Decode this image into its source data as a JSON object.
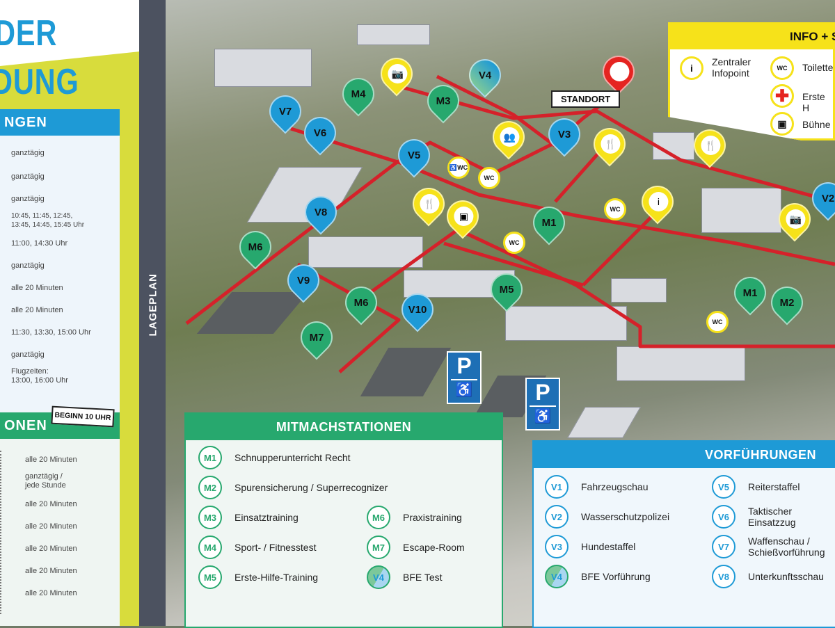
{
  "title": {
    "line1": "DER",
    "line2": "DUNG"
  },
  "lageplan": "LAGEPLAN",
  "vorfuehrungen_panel": {
    "header": "NGEN",
    "times": [
      "ganztägig",
      "ganztägig",
      "ganztägig",
      "10:45, 11:45, 12:45,\n13:45, 14:45, 15:45 Uhr",
      "11:00, 14:30 Uhr",
      "ganztägig",
      "alle 20 Minuten",
      "alle 20 Minuten",
      "11:30, 13:30, 15:00 Uhr",
      "ganztägig",
      "Flugzeiten:\n13:00, 16:00 Uhr"
    ]
  },
  "mitmach_panel": {
    "header": "ONEN",
    "badge": "BEGINN 10 UHR",
    "times": [
      "alle 20 Minuten",
      "ganztägig /\njede Stunde",
      "alle 20 Minuten",
      "alle 20 Minuten",
      "alle 20 Minuten",
      "alle 20 Minuten",
      "alle 20 Minuten"
    ]
  },
  "map": {
    "standort": "STANDORT",
    "pins": {
      "v7": "V7",
      "v6": "V6",
      "m4": "M4",
      "m3": "M3",
      "v4": "V4",
      "v3": "V3",
      "v5": "V5",
      "v2": "V2",
      "v8": "V8",
      "m1a": "M1",
      "m6a": "M6",
      "v9": "V9",
      "m5": "M5",
      "m6b": "M6",
      "v10": "V10",
      "m7": "M7",
      "m1b": "M1",
      "m2": "M2"
    },
    "wc": "WC",
    "parking": "P"
  },
  "info": {
    "header": "INFO + S",
    "items": [
      {
        "icon": "info-icon",
        "label": "Zentraler\nInfopoint"
      },
      {
        "icon": "toilet-icon",
        "label": "Toilette"
      },
      {
        "icon": "first-aid-icon",
        "label": "Erste H"
      },
      {
        "icon": "stage-icon",
        "label": "Bühne"
      }
    ]
  },
  "mitmachstationen": {
    "header": "MITMACHSTATIONEN",
    "items": [
      {
        "code": "M1",
        "label": "Schnupperunterricht Recht"
      },
      {
        "code": "M2",
        "label": "Spurensicherung / Superrecognizer"
      },
      {
        "code": "M3",
        "label": "Einsatztraining"
      },
      {
        "code": "M4",
        "label": "Sport- / Fitnesstest"
      },
      {
        "code": "M5",
        "label": "Erste-Hilfe-Training"
      },
      {
        "code": "M6",
        "label": "Praxistraining"
      },
      {
        "code": "M7",
        "label": "Escape-Room"
      },
      {
        "code": "V4",
        "label": "BFE Test"
      }
    ]
  },
  "vorfuehrungen": {
    "header": "VORFÜHRUNGEN",
    "items": [
      {
        "code": "V1",
        "label": "Fahrzeugschau"
      },
      {
        "code": "V2",
        "label": "Wasserschutzpolizei"
      },
      {
        "code": "V3",
        "label": "Hundestaffel"
      },
      {
        "code": "V4",
        "label": "BFE Vorführung"
      },
      {
        "code": "V5",
        "label": "Reiterstaffel"
      },
      {
        "code": "V6",
        "label": "Taktischer\nEinsatzzug"
      },
      {
        "code": "V7",
        "label": "Waffenschau /\nSchießvorführung"
      },
      {
        "code": "V8",
        "label": "Unterkunftsschau"
      }
    ]
  },
  "colors": {
    "blue": "#1e9ad6",
    "green": "#27a86e",
    "yellow": "#f6e21a",
    "red": "#e52421",
    "lime": "#d8dc3c"
  }
}
